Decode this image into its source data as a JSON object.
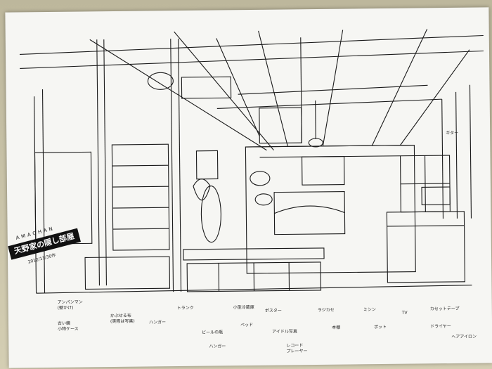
{
  "artwork": {
    "title_latin": "AMACHAN",
    "title_banner": "天野家の隠し部屋",
    "date": "2012/11/30作",
    "colors": {
      "paper": "#f6f6f3",
      "ink": "#1a1a1a",
      "wall": "#c9c2a6"
    }
  },
  "annotations": [
    "アンパンマン\n(壁かけ)",
    "古い鏡\n小物ケース",
    "かぶせる布\n(実際は写真)",
    "ハンガー",
    "トランク",
    "ビールの瓶",
    "ハンガー",
    "小型冷蔵庫",
    "ベッド",
    "ポスター",
    "アイドル写真",
    "レコード\nプレーヤー",
    "ラジカセ",
    "本棚",
    "ミシン",
    "ポット",
    "TV",
    "カセットテープ",
    "ドライヤー",
    "ヘアアイロン",
    "ギター"
  ]
}
